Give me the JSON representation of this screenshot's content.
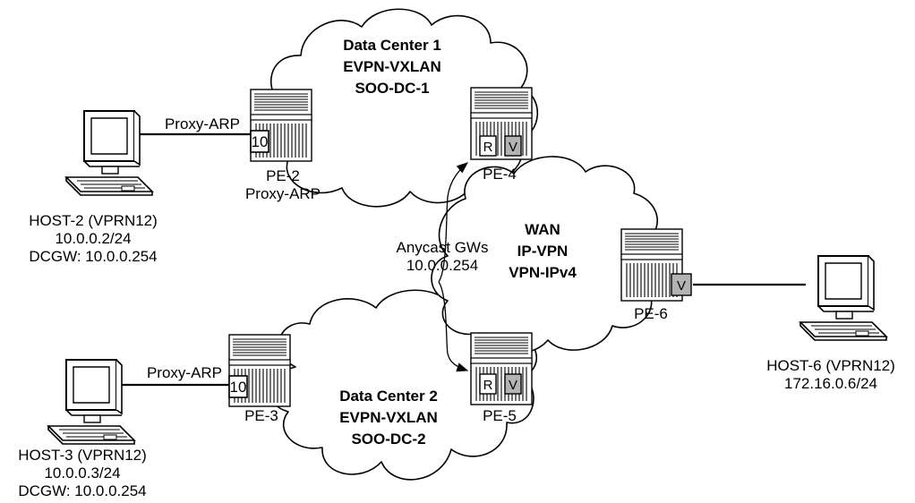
{
  "clouds": {
    "dc1": {
      "line1": "Data Center 1",
      "line2": "EVPN-VXLAN",
      "line3": "SOO-DC-1"
    },
    "dc2": {
      "line1": "Data Center 2",
      "line2": "EVPN-VXLAN",
      "line3": "SOO-DC-2"
    },
    "wan": {
      "line1": "WAN",
      "line2": "IP-VPN",
      "line3": "VPN-IPv4"
    }
  },
  "routers": {
    "pe2": {
      "name": "PE-2",
      "sublabel": "Proxy-ARP",
      "port": "10"
    },
    "pe3": {
      "name": "PE-3",
      "port": "10"
    },
    "pe4": {
      "name": "PE-4",
      "port_r": "R",
      "port_v": "V"
    },
    "pe5": {
      "name": "PE-5",
      "port_r": "R",
      "port_v": "V"
    },
    "pe6": {
      "name": "PE-6",
      "port_v": "V"
    }
  },
  "hosts": {
    "host2": {
      "name": "HOST-2 (VPRN12)",
      "ip": "10.0.0.2/24",
      "gw": "DCGW: 10.0.0.254"
    },
    "host3": {
      "name": "HOST-3 (VPRN12)",
      "ip": "10.0.0.3/24",
      "gw": "DCGW: 10.0.0.254"
    },
    "host6": {
      "name": "HOST-6 (VPRN12)",
      "ip": "172.16.0.6/24"
    }
  },
  "links": {
    "host2_pe2": "Proxy-ARP",
    "host3_pe3": "Proxy-ARP"
  },
  "anycast": {
    "line1": "Anycast GWs",
    "line2": "10.0.0.254"
  },
  "colors": {
    "port_fill": "#b3b3b3",
    "line": "#000000",
    "background": "#ffffff"
  }
}
